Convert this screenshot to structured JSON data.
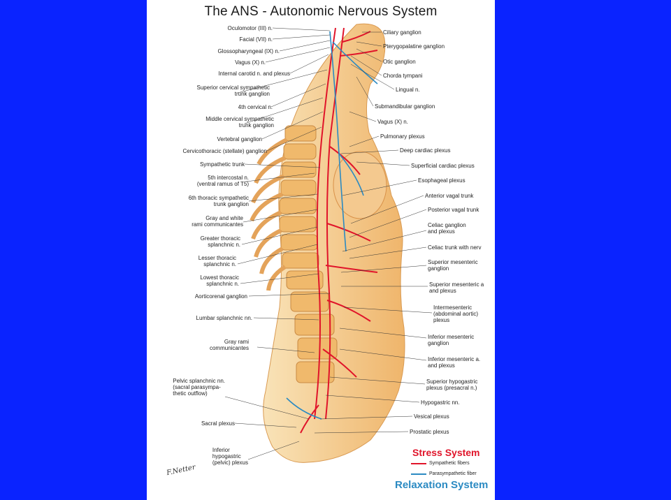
{
  "title": "The ANS - Autonomic Nervous System",
  "labels_left": [
    "Oculomotor (III) n.",
    "Facial (VII) n.",
    "Glossopharyngeal (IX) n.",
    "Vagus (X) n.",
    "Internal carotid n. and plexus",
    "Superior cervical sympathetic\ntrunk ganglion",
    "4th cervical n.",
    "Middle cervical sympathetic\ntrunk ganglion",
    "Vertebral ganglion",
    "Cervicothoracic (stellate) ganglion",
    "Sympathetic trunk",
    "5th intercostal n.\n(ventral ramus of T5)",
    "6th thoracic sympathetic\ntrunk ganglion",
    "Gray and white\nrami communicantes",
    "Greater thoracic\nsplanchnic n.",
    "Lesser thoracic\nsplanchnic n.",
    "Lowest thoracic\nsplanchnic n.",
    "Aorticorenal ganglion",
    "Lumbar splanchnic nn.",
    "Gray rami\ncommunicantes",
    "Pelvic splanchnic nn.\n(sacral parasympa-\nthetic outflow)",
    "Sacral plexus",
    "Inferior\nhypogastric\n(pelvic) plexus"
  ],
  "labels_right": [
    "Ciliary ganglion",
    "Pterygopalatine ganglion",
    "Otic ganglion",
    "Chorda tympani",
    "Lingual n.",
    "Submandibular ganglion",
    "Vagus (X) n.",
    "Pulmonary plexus",
    "Deep cardiac plexus",
    "Superficial cardiac plexus",
    "Esophageal plexus",
    "Anterior vagal trunk",
    "Posterior vagal trunk",
    "Celiac ganglion\nand plexus",
    "Celiac trunk with nerv",
    "Superior mesenteric\nganglion",
    "Superior mesenteric a\nand plexus",
    "Intermesenteric\n(abdominal aortic)\nplexus",
    "Inferior mesenteric\nganglion",
    "Inferior mesenteric a.\nand plexus",
    "Superior hypogastric\nplexus (presacral n.)",
    "Hypogastric nn.",
    "Vesical plexus",
    "Prostatic plexus"
  ],
  "legend": {
    "stress": "Stress System",
    "sympathetic": "Sympathetic fibers",
    "parasympathetic": "Parasympathetic fiber",
    "relaxation": "Relaxation System"
  },
  "signature": "F.Netter",
  "colors": {
    "background": "#0a23ff",
    "sympathetic": "#e0142a",
    "parasympathetic": "#2b8ac2",
    "tissue": "#f2c27a"
  }
}
